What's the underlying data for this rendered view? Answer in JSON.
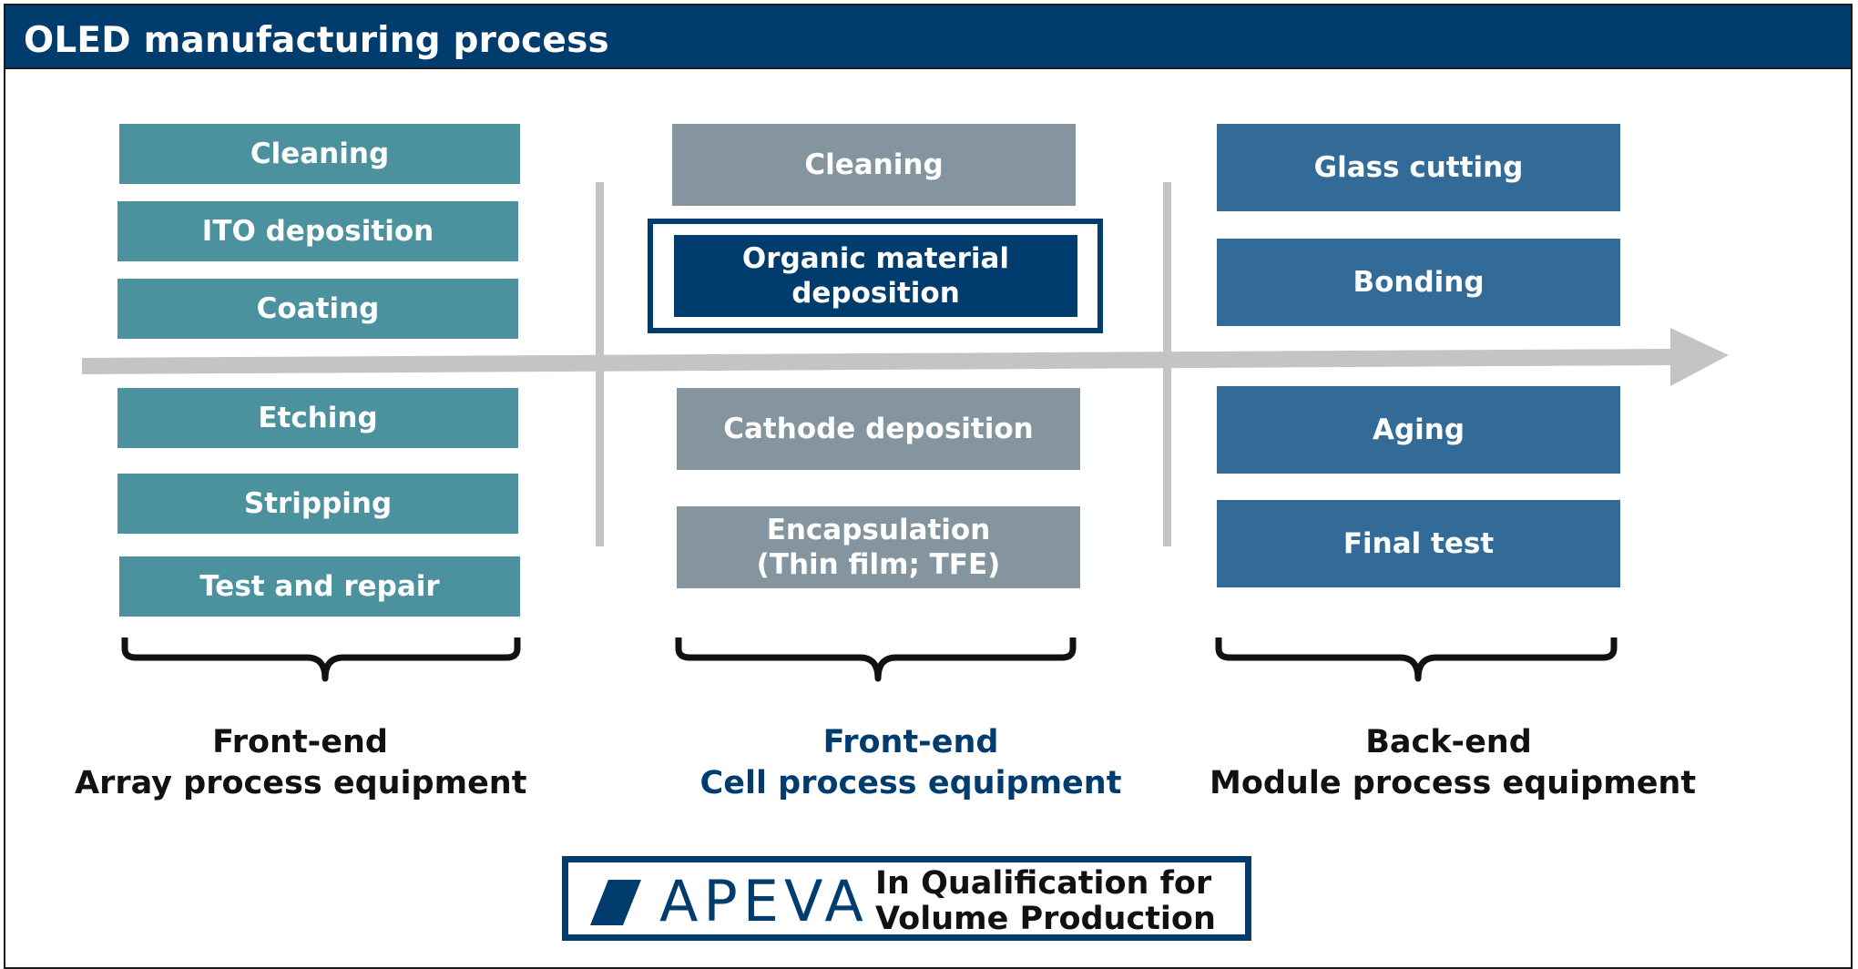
{
  "header": {
    "title": "OLED manufacturing process"
  },
  "colors": {
    "header_bg": "#003d6e",
    "array_box": "#4b929e",
    "cell_box": "#84959f",
    "cell_highlight": "#003d6e",
    "module_box": "#326b98",
    "arrow": "#c4c4c4",
    "cell_label": "#003d6e"
  },
  "array": {
    "steps": [
      "Cleaning",
      "ITO deposition",
      "Coating",
      "Etching",
      "Stripping",
      "Test and repair"
    ],
    "label_line1": "Front-end",
    "label_line2": "Array process equipment"
  },
  "cell": {
    "steps": [
      "Cleaning",
      "Organic material deposition",
      "Cathode deposition",
      "Encapsulation (Thin film; TFE)"
    ],
    "highlighted_step": "Organic material deposition",
    "label_line1": "Front-end",
    "label_line2": "Cell process equipment"
  },
  "module": {
    "steps": [
      "Glass cutting",
      "Bonding",
      "Aging",
      "Final test"
    ],
    "label_line1": "Back-end",
    "label_line2": "Module process equipment"
  },
  "apeva": {
    "logo_text": "APEVA",
    "line1": "In Qualification for",
    "line2": "Volume Production"
  }
}
